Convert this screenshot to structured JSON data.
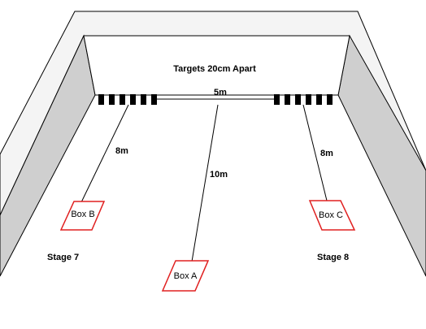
{
  "title": "Targets 20cm Apart",
  "distances": {
    "between_target_groups": "5m",
    "left_lane": "8m",
    "center_lane": "10m",
    "right_lane": "8m"
  },
  "boxes": {
    "left": "Box B",
    "center": "Box A",
    "right": "Box C"
  },
  "stages": {
    "left": "Stage 7",
    "right": "Stage 8"
  },
  "targets": {
    "left_group_count": 6,
    "right_group_count": 6
  },
  "colors": {
    "wall_top": "#f4f4f4",
    "wall_side": "#cfcfcf",
    "wall_back": "#ffffff",
    "outline": "#000000",
    "box_outline": "#e02020",
    "target": "#000000"
  }
}
